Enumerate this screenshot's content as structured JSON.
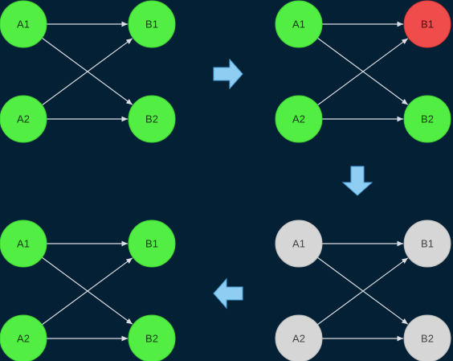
{
  "colors": {
    "background": "#042034",
    "edge": "#d9dde3",
    "node_active": "#52ee44",
    "node_active_stroke": "#3fcf35",
    "node_active_text": "#163a12",
    "node_failed": "#f04c4c",
    "node_failed_stroke": "#d43737",
    "node_failed_text": "#4a1010",
    "node_inactive": "#d6d6d6",
    "node_inactive_stroke": "#bdbdbd",
    "node_inactive_text": "#444444",
    "arrow": "#8fcdf2",
    "arrow_stroke": "#4aa3dc"
  },
  "panels": [
    {
      "name": "panel-top-left",
      "nodes": [
        {
          "id": "A1",
          "label": "A1",
          "state": "active"
        },
        {
          "id": "A2",
          "label": "A2",
          "state": "active"
        },
        {
          "id": "B1",
          "label": "B1",
          "state": "active"
        },
        {
          "id": "B2",
          "label": "B2",
          "state": "active"
        }
      ]
    },
    {
      "name": "panel-top-right",
      "nodes": [
        {
          "id": "A1",
          "label": "A1",
          "state": "active"
        },
        {
          "id": "A2",
          "label": "A2",
          "state": "active"
        },
        {
          "id": "B1",
          "label": "B1",
          "state": "failed"
        },
        {
          "id": "B2",
          "label": "B2",
          "state": "active"
        }
      ]
    },
    {
      "name": "panel-bottom-right",
      "nodes": [
        {
          "id": "A1",
          "label": "A1",
          "state": "inactive"
        },
        {
          "id": "A2",
          "label": "A2",
          "state": "inactive"
        },
        {
          "id": "B1",
          "label": "B1",
          "state": "inactive"
        },
        {
          "id": "B2",
          "label": "B2",
          "state": "inactive"
        }
      ]
    },
    {
      "name": "panel-bottom-left",
      "nodes": [
        {
          "id": "A1",
          "label": "A1",
          "state": "active"
        },
        {
          "id": "A2",
          "label": "A2",
          "state": "active"
        },
        {
          "id": "B1",
          "label": "B1",
          "state": "active"
        },
        {
          "id": "B2",
          "label": "B2",
          "state": "active"
        }
      ]
    }
  ],
  "edges": [
    {
      "from": "A1",
      "to": "B1"
    },
    {
      "from": "A1",
      "to": "B2"
    },
    {
      "from": "A2",
      "to": "B1"
    },
    {
      "from": "A2",
      "to": "B2"
    }
  ],
  "transitions": [
    {
      "name": "arrow-right-icon",
      "direction": "right"
    },
    {
      "name": "arrow-down-icon",
      "direction": "down"
    },
    {
      "name": "arrow-left-icon",
      "direction": "left"
    }
  ]
}
